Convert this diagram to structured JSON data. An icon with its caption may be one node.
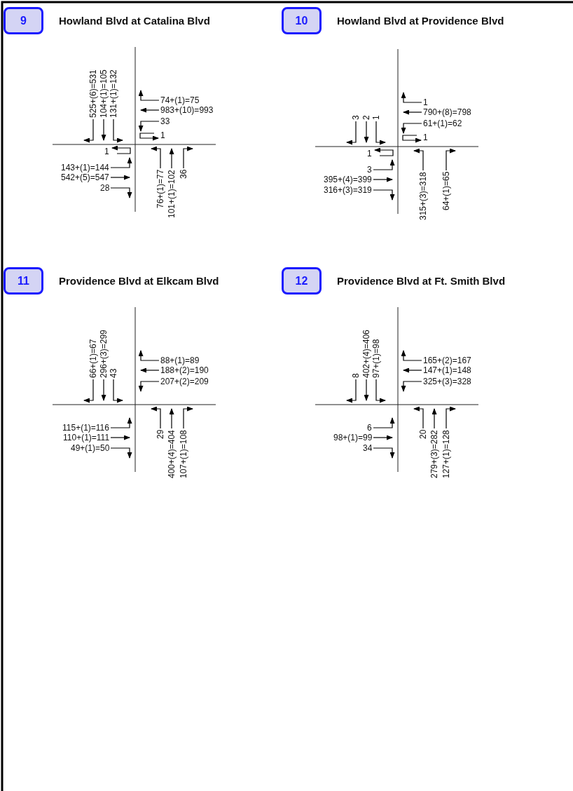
{
  "diagram": {
    "nodes": [
      {
        "text": [
          "9"
        ],
        "beside": [
          "Howland Blvd at Catalina Blvd"
        ]
      },
      {
        "text": [
          "10"
        ],
        "beside": [
          "Howland Blvd at Providence Blvd"
        ]
      },
      {
        "text": [
          "11"
        ],
        "beside": [
          "Providence Blvd at Elkcam Blvd"
        ]
      },
      {
        "text": [
          "12"
        ],
        "beside": [
          "Providence Blvd at Ft. Smith Blvd"
        ]
      }
    ],
    "labels": [
      "525+(6)=531",
      "104+(1)=105",
      "131+(1)=132",
      "74+(1)=75",
      "983+(10)=993",
      "33",
      "1",
      "1",
      "143+(1)=144",
      "542+(5)=547",
      "28",
      "76+(1)=77",
      "101+(1)=102",
      "36",
      "3",
      "2",
      "1",
      "1",
      "790+(8)=798",
      "61+(1)=62",
      "1",
      "1",
      "3",
      "395+(4)=399",
      "316+(3)=319",
      "315+(3)=318",
      "64+(1)=65",
      "66+(1)=67",
      "296+(3)=299",
      "43",
      "88+(1)=89",
      "188+(2)=190",
      "207+(2)=209",
      "115+(1)=116",
      "110+(1)=111",
      "49+(1)=50",
      "29",
      "400+(4)=404",
      "107+(1)=108",
      "8",
      "402+(4)=406",
      "97+(1)=98",
      "165+(2)=167",
      "147+(1)=148",
      "325+(3)=328",
      "6",
      "98+(1)=99",
      "34",
      "20",
      "279+(3)=282",
      "127+(1)=128"
    ]
  }
}
